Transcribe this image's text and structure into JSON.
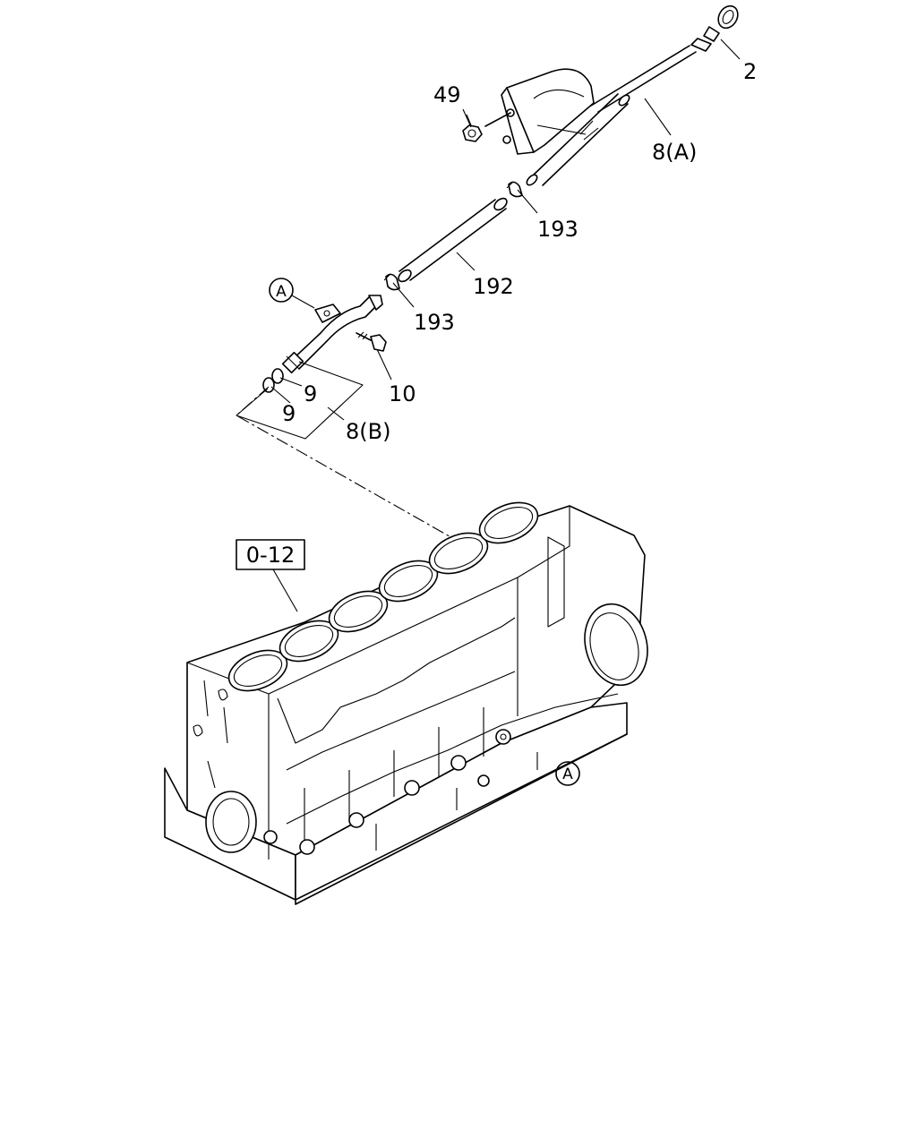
{
  "labels": {
    "dipstick_ring": "2",
    "nut": "49",
    "guide_upper": "8(A)",
    "clip_upper": "193",
    "hose": "192",
    "clip_lower": "193",
    "ref_a_top": "A",
    "bolt": "10",
    "oring_1": "9",
    "oring_2": "9",
    "guide_lower": "8(B)",
    "block_ref": "0-12",
    "ref_a_block": "A"
  }
}
